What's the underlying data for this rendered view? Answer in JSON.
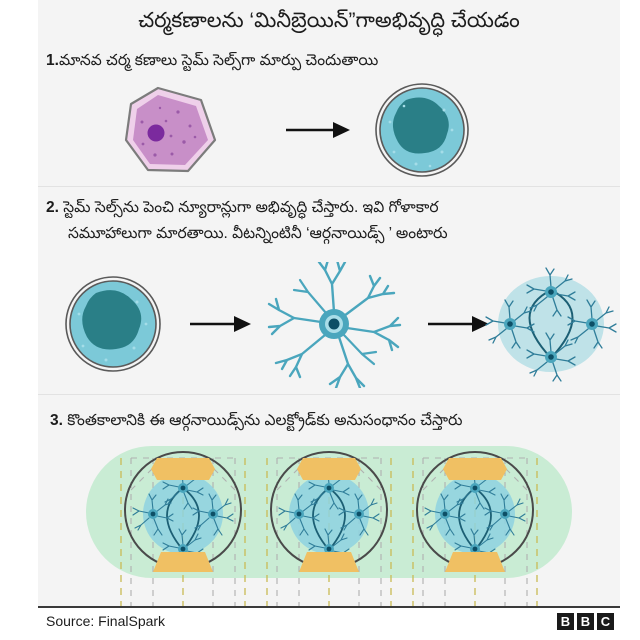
{
  "header": {
    "title": "చర్మకణాలను ‘మినీబ్రెయిన్”గాఅభివృద్ధి చేయడం"
  },
  "steps": [
    {
      "number": "1.",
      "text": "మానవ చర్మ కణాలు స్టెమ్ సెల్స్‌గా మార్పు చెందుతాయి",
      "diagram": {
        "type": "transformation",
        "nodes": [
          "skin-cell",
          "stem-cell"
        ],
        "arrows": 1
      }
    },
    {
      "number": "2.",
      "line1": "స్టెమ్ సెల్స్‌ను పెంచి న్యూరాన్లుగా అభివృద్ధి చేస్తారు. ఇవి గోళాకార",
      "line2": "సమూహాలుగా మారతాయి. వీటన్నింటినీ ‘ఆర్గనాయిడ్స్ ’ అంటారు",
      "diagram": {
        "type": "transformation",
        "nodes": [
          "stem-cell",
          "neuron",
          "organoid"
        ],
        "arrows": 2
      }
    },
    {
      "number": "3.",
      "text": "కొంతకాలానికి ఈ ఆర్గనాయిడ్స్‌ను ఎలక్ట్రోడ్‌కు అనుసంధానం చేస్తారు",
      "diagram": {
        "type": "electrode-array",
        "organoid_count": 3,
        "electrodes_per_organoid": 2
      }
    }
  ],
  "footer": {
    "source": "Source: FinalSpark",
    "logo": [
      "B",
      "B",
      "C"
    ]
  },
  "colors": {
    "panel_bg": "#f4f4f4",
    "page_bg": "#ffffff",
    "skin_cell_fill": "#c88fc8",
    "skin_cell_membrane": "#eec4e4",
    "skin_cell_outline": "#7c7c7c",
    "skin_cell_nucleus": "#7b2a9e",
    "stem_cell_fill": "#7cc9d8",
    "stem_cell_nucleus": "#2a7f87",
    "stem_cell_outline": "#5a5a5a",
    "neuron": "#4aa6bd",
    "neuron_nucleus": "#0d4f66",
    "organoid_bg": "#bfe2e8",
    "mint_bg": "#c9ecd4",
    "electrode": "#f0c063",
    "dash_yellow": "#c9bb55",
    "dash_grey": "#b0b0b0",
    "arrow": "#111111",
    "text": "#1c1c1c"
  }
}
